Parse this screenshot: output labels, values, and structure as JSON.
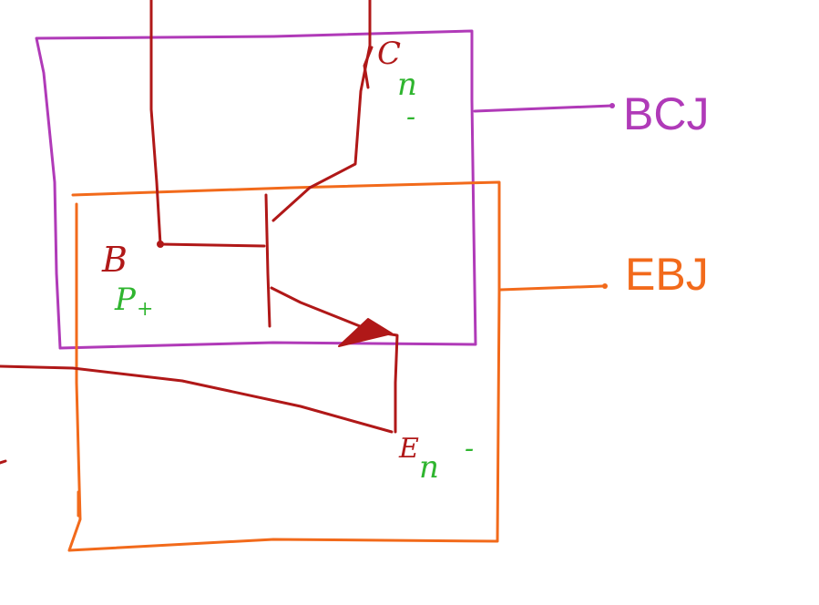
{
  "diagram": {
    "colors": {
      "circuit": "#b01818",
      "bcj": "#b03ab8",
      "ebj": "#f26a1b",
      "doping": "#2fb52f"
    },
    "labels": {
      "collector": "C",
      "base": "B",
      "emitter": "E",
      "bcj": "BCJ",
      "ebj": "EBJ"
    },
    "doping": {
      "collector_type": "n",
      "collector_sign": "-",
      "base_type": "P",
      "base_sign": "+",
      "emitter_type": "n",
      "emitter_sign": "-"
    }
  }
}
